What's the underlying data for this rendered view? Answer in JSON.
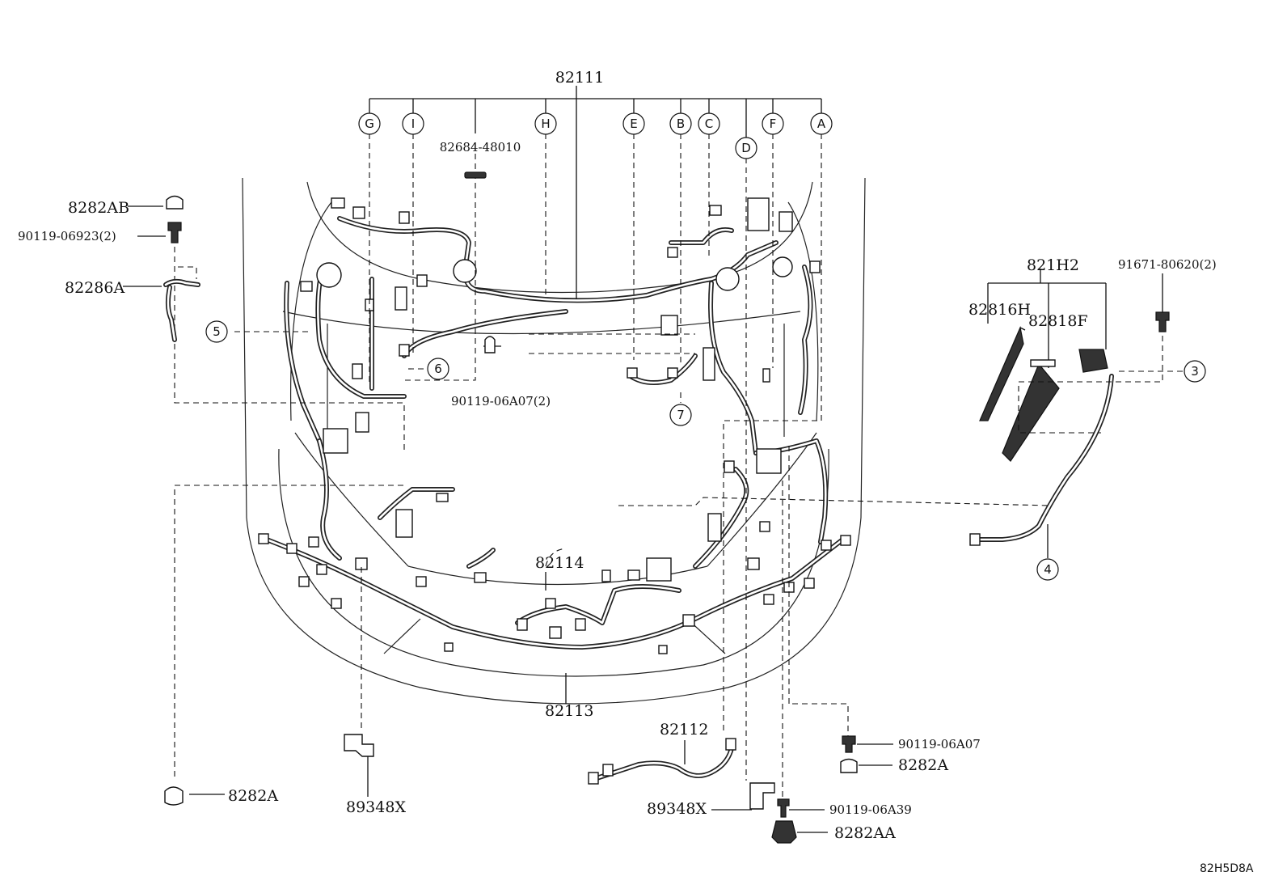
{
  "labels": {
    "p82111": "82111",
    "p82684": "82684-48010",
    "p8282AB": "8282AB",
    "p90119_06923": "90119-06923(2)",
    "p82286A": "82286A",
    "p90119_06A07_2": "90119-06A07(2)",
    "p821H2": "821H2",
    "p91671": "91671-80620(2)",
    "p82816H": "82816H",
    "p82818F": "82818F",
    "p82114": "82114",
    "p82113": "82113",
    "p82112": "82112",
    "p90119_06A07": "90119-06A07",
    "p8282A_right": "8282A",
    "p89348X_right": "89348X",
    "p90119_06A39": "90119-06A39",
    "p8282AA": "8282AA",
    "p8282A_left": "8282A",
    "p89348X_left": "89348X",
    "diagram_code": "82H5D8A"
  },
  "letter_callouts": [
    "G",
    "I",
    "H",
    "E",
    "B",
    "C",
    "D",
    "F",
    "A"
  ],
  "number_callouts": [
    "3",
    "4",
    "5",
    "6",
    "7"
  ]
}
